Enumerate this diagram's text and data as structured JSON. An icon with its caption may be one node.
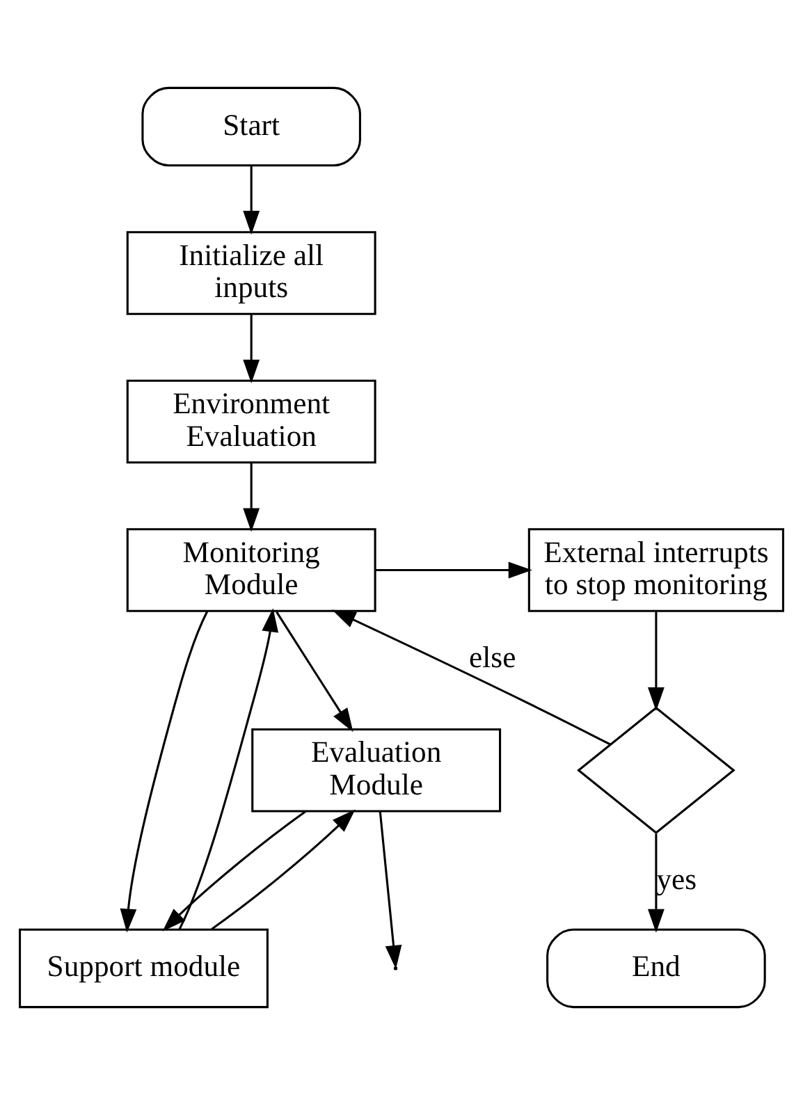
{
  "diagram": {
    "nodes": [
      {
        "text": [
          "Start"
        ]
      },
      {
        "text": [
          "Initialize all inputs"
        ]
      },
      {
        "text": [
          "Environment Evaluation"
        ]
      },
      {
        "text": [
          "Monitoring Module"
        ]
      },
      {
        "text": [
          "External interrupts to stop monitoring"
        ]
      },
      {
        "text": [],
        "shape": "diamond"
      },
      {
        "text": [
          "Evaluation Module"
        ]
      },
      {
        "text": [
          "Support module"
        ]
      },
      {
        "text": [
          "End"
        ]
      }
    ],
    "edges": [
      {
        "from": 0,
        "to": 1,
        "arrow": "to"
      },
      {
        "from": 1,
        "to": 2,
        "arrow": "to"
      },
      {
        "from": 2,
        "to": 3,
        "arrow": "to"
      },
      {
        "from": 3,
        "to": 4,
        "arrow": "to"
      },
      {
        "from": 4,
        "to": 5,
        "arrow": "to"
      },
      {
        "from": 5,
        "to": 3,
        "arrow": "to",
        "label": "else"
      },
      {
        "from": 3,
        "to": 6,
        "arrow": "to"
      },
      {
        "from": 3,
        "to": 7,
        "arrow": "to"
      },
      {
        "from": 6,
        "to": 7,
        "arrow": "to"
      },
      {
        "from": 7,
        "to": 6,
        "arrow": "to"
      },
      {
        "from": 6,
        "to": null,
        "arrow": "to"
      },
      {
        "from": 7,
        "to": 3,
        "arrow": "to"
      },
      {
        "from": 5,
        "to": 8,
        "arrow": "to",
        "label": "yes"
      }
    ]
  }
}
